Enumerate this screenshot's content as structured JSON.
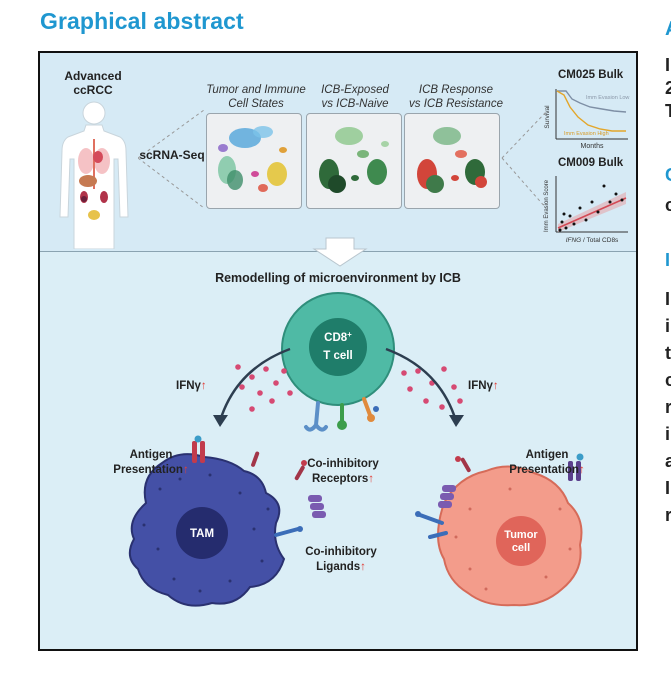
{
  "heading": "Graphical abstract",
  "right_edge_letters": [
    "A",
    "I",
    "2",
    "T",
    "C",
    "c",
    "I",
    "I",
    "i",
    "t",
    "c",
    "r",
    "i",
    "a",
    "I",
    "r"
  ],
  "top_panel": {
    "patient_label": "Advanced ccRCC",
    "patient_label_line1": "Advanced",
    "patient_label_line2": "ccRCC",
    "method_label": "scRNA-Seq",
    "umap_panels": [
      {
        "line1": "Tumor and Immune",
        "line2": "Cell States"
      },
      {
        "line1": "ICB-Exposed",
        "line2": "vs ICB-Naive"
      },
      {
        "line1": "ICB Response",
        "line2": "vs ICB Resistance"
      }
    ],
    "bulk_plots": [
      {
        "title": "CM025 Bulk",
        "ylabel": "Survival",
        "xlabel": "Months",
        "legend": [
          "Imm Evasion Low",
          "Imm Evasion High"
        ]
      },
      {
        "title": "CM009 Bulk",
        "ylabel": "Imm Evasion Score",
        "xlabel_italic": "IFNG",
        "xlabel_rest": " / Total CD8s"
      }
    ]
  },
  "bottom_panel": {
    "title": "Remodelling of microenvironment by ICB",
    "tcell_line1": "CD8",
    "tcell_sup": "+",
    "tcell_line2": "T cell",
    "ifng_left": "IFNγ",
    "ifng_right": "IFNγ",
    "up_arrow": "↑",
    "antigen_left_line1": "Antigen",
    "antigen_left_line2": "Presentation",
    "antigen_right_line1": "Antigen",
    "antigen_right_line2": "Presentation",
    "receptors_line1": "Co-inhibitory",
    "receptors_line2": "Receptors",
    "ligands_line1": "Co-inhibitory",
    "ligands_line2": "Ligands",
    "tam_label": "TAM",
    "tumor_line1": "Tumor",
    "tumor_line2": "cell"
  },
  "colors": {
    "heading": "#1f97d0",
    "tcell": "#3bab97",
    "tam": "#3b4398",
    "tumor": "#f19686",
    "up_arrow": "#e0403a",
    "background": "#dbeef6"
  }
}
